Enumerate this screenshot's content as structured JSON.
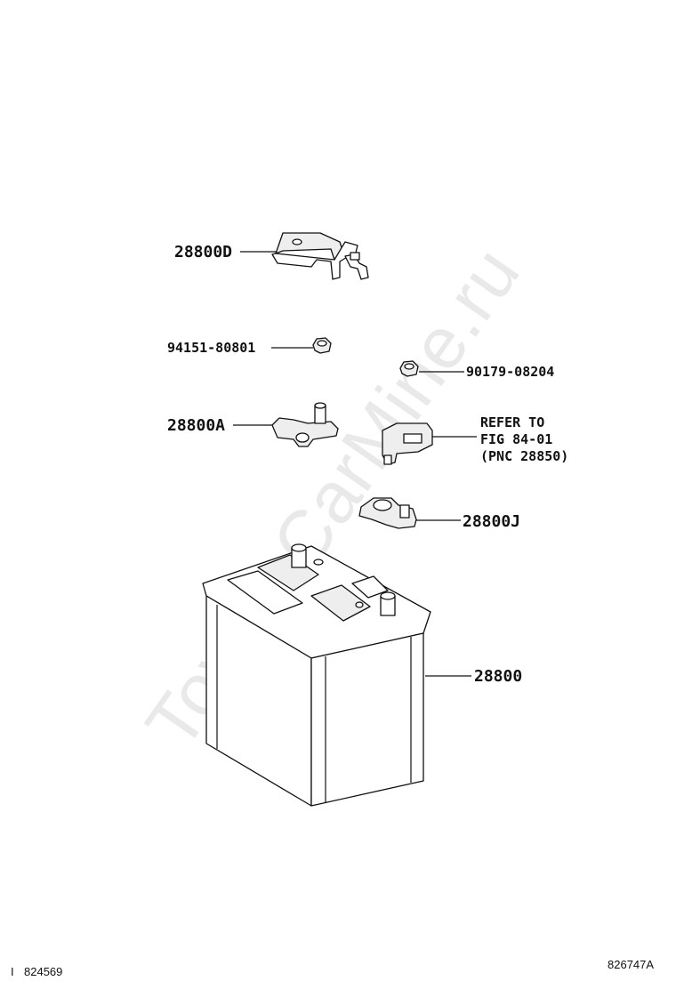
{
  "watermark": "ToyotaCarMine.ru",
  "parts": {
    "cover_d": "28800D",
    "nut_left": "94151-80801",
    "nut_right": "90179-08204",
    "terminal_a": "28800A",
    "refer_line1": "REFER TO",
    "refer_line2": "FIG 84-01",
    "refer_line3": "(PNC 28850)",
    "terminal_j": "28800J",
    "battery": "28800"
  },
  "footer": {
    "left_marker": "I",
    "left_code": "824569",
    "right_code": "826747A"
  }
}
